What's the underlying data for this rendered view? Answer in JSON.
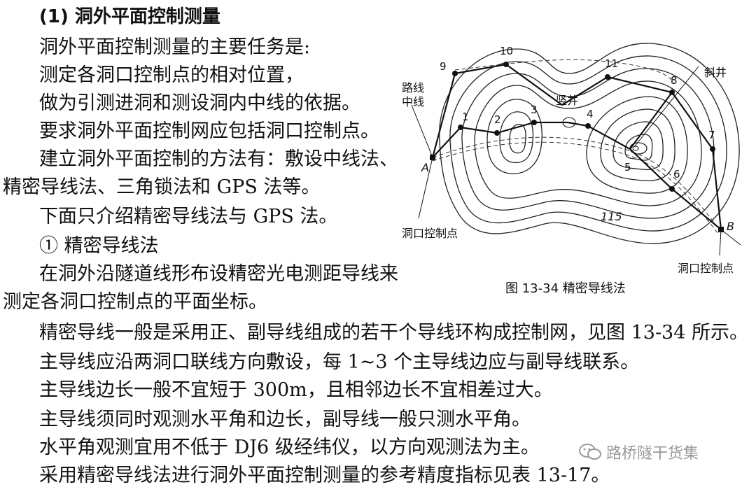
{
  "heading": "(1)  洞外平面控制测量",
  "intro": [
    "洞外平面控制测量的主要任务是:",
    "测定各洞口控制点的相对位置，",
    "做为引测进洞和测设洞内中线的依据。",
    "要求洞外平面控制网应包括洞口控制点。",
    "建立洞外平面控制的方法有：敷设中线法、",
    "精密导线法、三角锁法和 GPS 法等。",
    "下面只介绍精密导线法与 GPS 法。",
    "①  精密导线法",
    "在洞外沿隧道线形布设精密光电测距导线来",
    "测定各洞口控制点的平面坐标。"
  ],
  "body": [
    "精密导线一般是采用正、副导线组成的若干个导线环构成控制网，见图 13-34 所示。",
    "主导线应沿两洞口联线方向敷设，每 1~3 个主导线边应与副导线联系。",
    "主导线边长一般不宜短于 300m，且相邻边长不宜相差过大。",
    "主导线须同时观测水平角和边长，副导线一般只测水平角。",
    "水平角观测宜用不低于 DJ6 级经纬仪，以方向观测法为主。",
    "采用精密导线法进行洞外平面控制测量的参考精度指标见表 13-17。"
  ],
  "figure": {
    "caption": "图 13-34  精密导线法",
    "route_label_line1": "路线",
    "route_label_line2": "中线",
    "shaft_vertical": "竖井",
    "shaft_inclined": "斜井",
    "portal_label_left": "洞口控制点",
    "portal_label_right": "洞口控制点",
    "contour_value": "115",
    "point_A": "A",
    "point_B": "B",
    "stations": [
      "1",
      "2",
      "3",
      "4",
      "5",
      "6",
      "7",
      "8",
      "9",
      "10",
      "11"
    ]
  },
  "watermark": "路桥隧干货集"
}
